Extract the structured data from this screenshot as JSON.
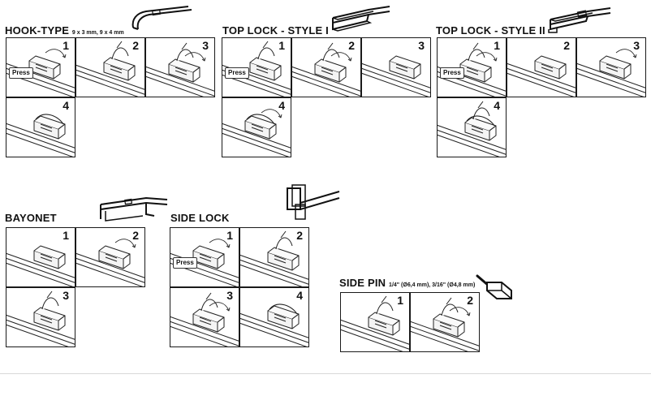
{
  "sections": [
    {
      "id": "hook-type",
      "title": "HOOK-TYPE",
      "subtitle": "9 x 3 mm, 9 x 4 mm",
      "header_icon": "hook-type-connector-icon",
      "steps": [
        {
          "num": "1",
          "label": "Press",
          "scene": "hook-release"
        },
        {
          "num": "2",
          "label": "",
          "scene": "hook-lift"
        },
        {
          "num": "3",
          "label": "",
          "scene": "hook-slide"
        },
        {
          "num": "4",
          "label": "",
          "scene": "hook-fitted"
        }
      ]
    },
    {
      "id": "top-lock-1",
      "title": "TOP LOCK - STYLE I",
      "subtitle": "",
      "header_icon": "top-lock-style-1-connector-icon",
      "steps": [
        {
          "num": "1",
          "label": "Press",
          "scene": "toplock-release"
        },
        {
          "num": "2",
          "label": "",
          "scene": "toplock-open"
        },
        {
          "num": "3",
          "label": "",
          "scene": "toplock-insert"
        },
        {
          "num": "4",
          "label": "",
          "scene": "toplock-fitted"
        }
      ]
    },
    {
      "id": "top-lock-2",
      "title": "TOP LOCK - STYLE II",
      "subtitle": "",
      "header_icon": "top-lock-style-2-connector-icon",
      "steps": [
        {
          "num": "1",
          "label": "Press",
          "scene": "toplock2-release"
        },
        {
          "num": "2",
          "label": "",
          "scene": "toplock2-detail"
        },
        {
          "num": "3",
          "label": "",
          "scene": "toplock2-insert"
        },
        {
          "num": "4",
          "label": "",
          "scene": "toplock2-fitted"
        }
      ]
    },
    {
      "id": "bayonet",
      "title": "BAYONET",
      "subtitle": "",
      "header_icon": "bayonet-connector-icon",
      "steps": [
        {
          "num": "1",
          "label": "",
          "scene": "bayonet-align"
        },
        {
          "num": "2",
          "label": "",
          "scene": "bayonet-insert"
        },
        {
          "num": "3",
          "label": "",
          "scene": "bayonet-fitted"
        }
      ]
    },
    {
      "id": "side-lock",
      "title": "SIDE LOCK",
      "subtitle": "",
      "header_icon": "side-lock-connector-icon",
      "steps": [
        {
          "num": "1",
          "label": "Press",
          "scene": "sidelock-release"
        },
        {
          "num": "2",
          "label": "",
          "scene": "sidelock-lift"
        },
        {
          "num": "3",
          "label": "",
          "scene": "sidelock-rotate"
        },
        {
          "num": "4",
          "label": "",
          "scene": "sidelock-fitted"
        }
      ]
    },
    {
      "id": "side-pin",
      "title": "SIDE PIN",
      "subtitle": "1/4\" (Ø6,4 mm), 3/16\" (Ø4,8 mm)",
      "header_icon": "side-pin-connector-icon",
      "steps": [
        {
          "num": "1",
          "label": "",
          "scene": "sidepin-insert"
        },
        {
          "num": "2",
          "label": "",
          "scene": "sidepin-fitted"
        }
      ]
    }
  ]
}
